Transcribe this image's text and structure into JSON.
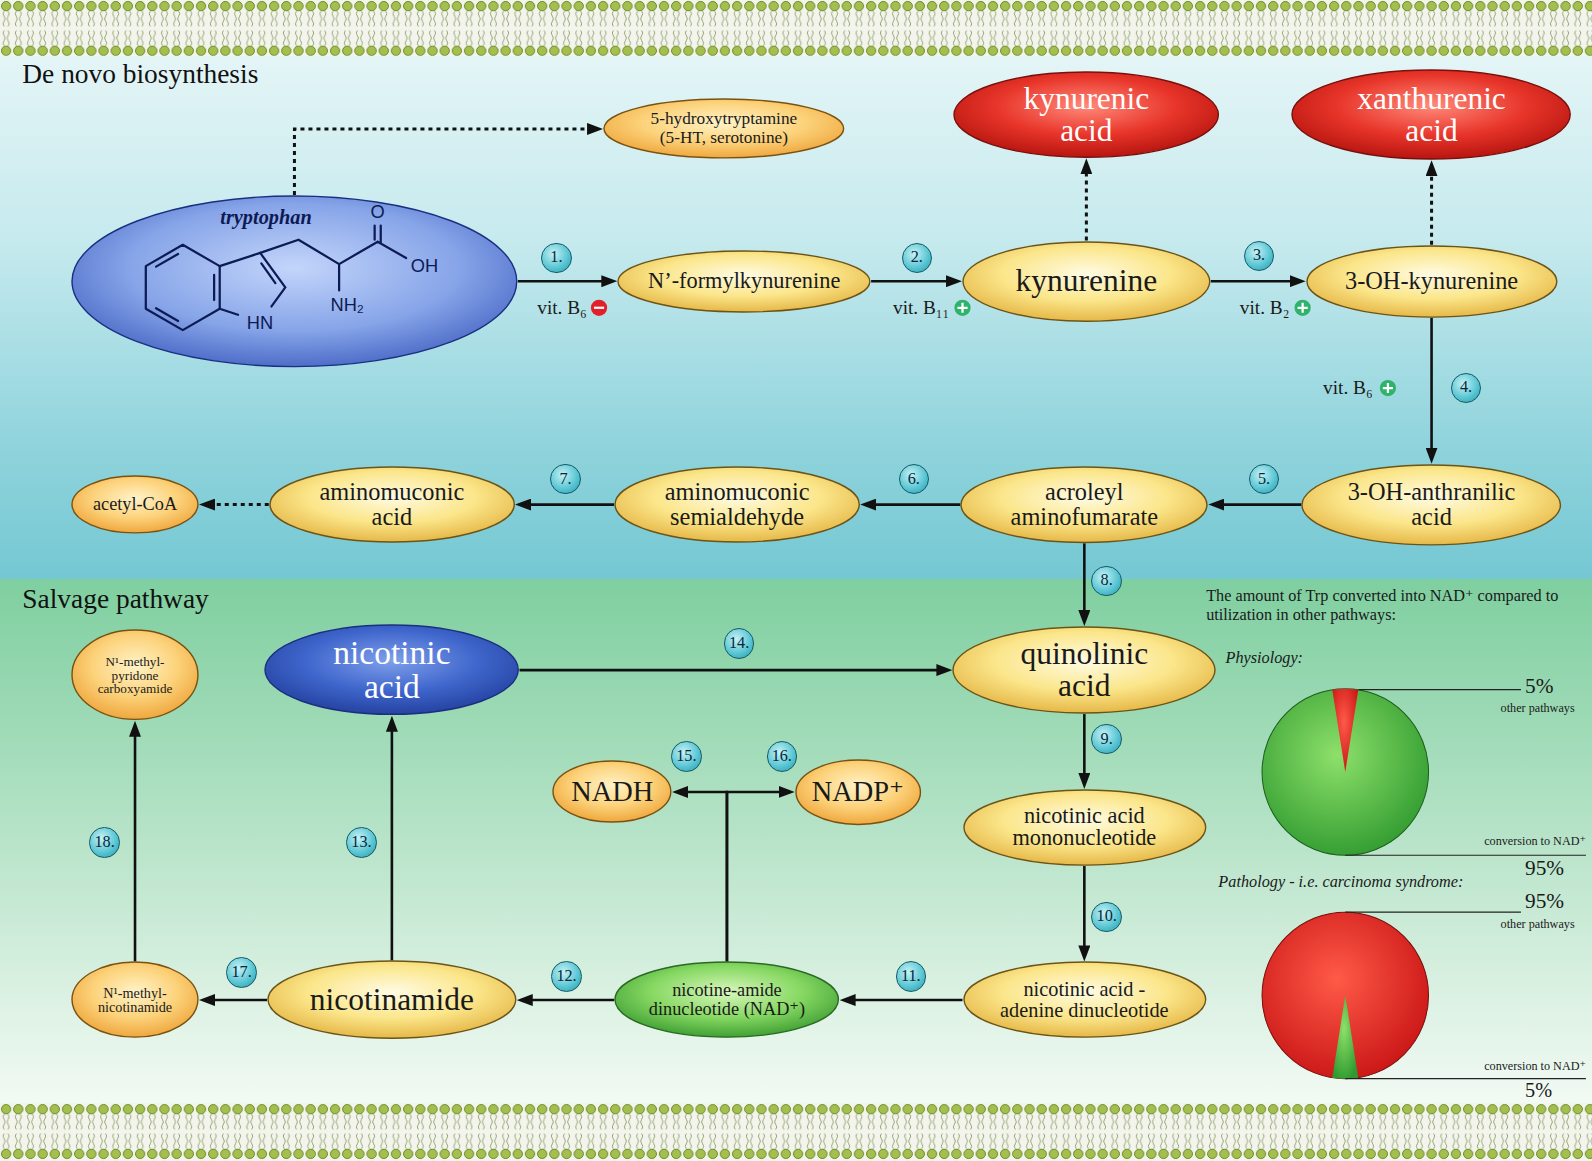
{
  "diagram": {
    "nodes": [
      {
        "text": [
          "De novo biosynthesis"
        ]
      },
      {
        "text": [
          "5-hydroxytryptamine (5-HT, serotonine)"
        ],
        "in": 0
      },
      {
        "text": [
          "kynurenic acid"
        ],
        "in": 0
      },
      {
        "text": [
          "xanthurenic acid"
        ],
        "in": 0
      },
      {
        "text": [
          "tryptophan",
          "O",
          "OH",
          "HN",
          "NH₂"
        ],
        "in": 0
      },
      {
        "text": [
          "N’-formylkynurenine"
        ],
        "in": 0
      },
      {
        "text": [
          "kynurenine"
        ],
        "in": 0
      },
      {
        "text": [
          "3-OH-kynurenine"
        ],
        "in": 0
      },
      {
        "text": [
          "acetyl-CoA"
        ],
        "in": 0
      },
      {
        "text": [
          "aminomuconic acid"
        ],
        "in": 0
      },
      {
        "text": [
          "aminomuconic semialdehyde"
        ],
        "in": 0
      },
      {
        "text": [
          "acroleyl aminofumarate"
        ],
        "in": 0
      },
      {
        "text": [
          "3-OH-anthranilic acid"
        ],
        "in": 0
      },
      {
        "text": [
          "Salvage pathway"
        ]
      },
      {
        "text": [
          "N¹-methyl-pyridone carboxyamide"
        ],
        "in": 13
      },
      {
        "text": [
          "nicotinic acid"
        ],
        "in": 13
      },
      {
        "text": [
          "quinolinic acid"
        ],
        "in": 13
      },
      {
        "text": [
          "NADH"
        ],
        "in": 13
      },
      {
        "text": [
          "NADP⁺"
        ],
        "in": 13
      },
      {
        "text": [
          "nicotinic acid mononucleotide"
        ],
        "in": 13
      },
      {
        "text": [
          "N¹-methyl-nicotinamide"
        ],
        "in": 13
      },
      {
        "text": [
          "nicotinamide"
        ],
        "in": 13
      },
      {
        "text": [
          "nicotine-amide dinucleotide (NAD⁺)"
        ],
        "in": 13
      },
      {
        "text": [
          "nicotinic acid -adenine dinucleotide"
        ],
        "in": 13
      }
    ],
    "edges": [
      {
        "from": 4,
        "to": 1,
        "arrow": "to"
      },
      {
        "from": 4,
        "to": 5,
        "label": "1.",
        "arrow": "to"
      },
      {
        "from": 5,
        "to": 6,
        "label": "2.",
        "arrow": "to"
      },
      {
        "from": 6,
        "to": 2,
        "arrow": "to"
      },
      {
        "from": 6,
        "to": 7,
        "label": "3.",
        "arrow": "to"
      },
      {
        "from": 7,
        "to": 3,
        "arrow": "to"
      },
      {
        "from": 7,
        "to": 12,
        "label": "4.",
        "arrow": "to"
      },
      {
        "from": 12,
        "to": 11,
        "label": "5.",
        "arrow": "to"
      },
      {
        "from": 11,
        "to": 10,
        "label": "6.",
        "arrow": "to"
      },
      {
        "from": 10,
        "to": 9,
        "label": "7.",
        "arrow": "to"
      },
      {
        "from": 9,
        "to": 8,
        "arrow": "to"
      },
      {
        "from": 11,
        "to": 16,
        "label": "8.",
        "arrow": "to"
      },
      {
        "from": 15,
        "to": 16,
        "label": "14.",
        "arrow": "to"
      },
      {
        "from": 16,
        "to": 19,
        "label": "9.",
        "arrow": "to"
      },
      {
        "from": 19,
        "to": 23,
        "label": "10.",
        "arrow": "to"
      },
      {
        "from": 23,
        "to": 22,
        "label": "11.",
        "arrow": "to"
      },
      {
        "from": 22,
        "to": 21,
        "label": "12.",
        "arrow": "to"
      },
      {
        "from": 22,
        "to": 17,
        "label": "15.",
        "arrow": "to"
      },
      {
        "from": 22,
        "to": 18,
        "label": "16.",
        "arrow": "to"
      },
      {
        "from": 21,
        "to": 15,
        "label": "13.",
        "arrow": "to"
      },
      {
        "from": 21,
        "to": 20,
        "label": "17.",
        "arrow": "to"
      },
      {
        "from": 20,
        "to": 14,
        "label": "18.",
        "arrow": "to"
      }
    ],
    "labels": [
      "The amount of Trp converted into NAD⁺ compared to utilization in other pathways:",
      "Physiology:",
      "5%",
      "other pathways",
      "conversion to NAD⁺",
      "95%",
      "Pathology - i.e. carcinoma syndrome:",
      "95%",
      "other pathways",
      "conversion to NAD⁺",
      "5%",
      "vit. B₆",
      "vit. B₁₁",
      "vit. B₂",
      "vit. B₆"
    ]
  }
}
